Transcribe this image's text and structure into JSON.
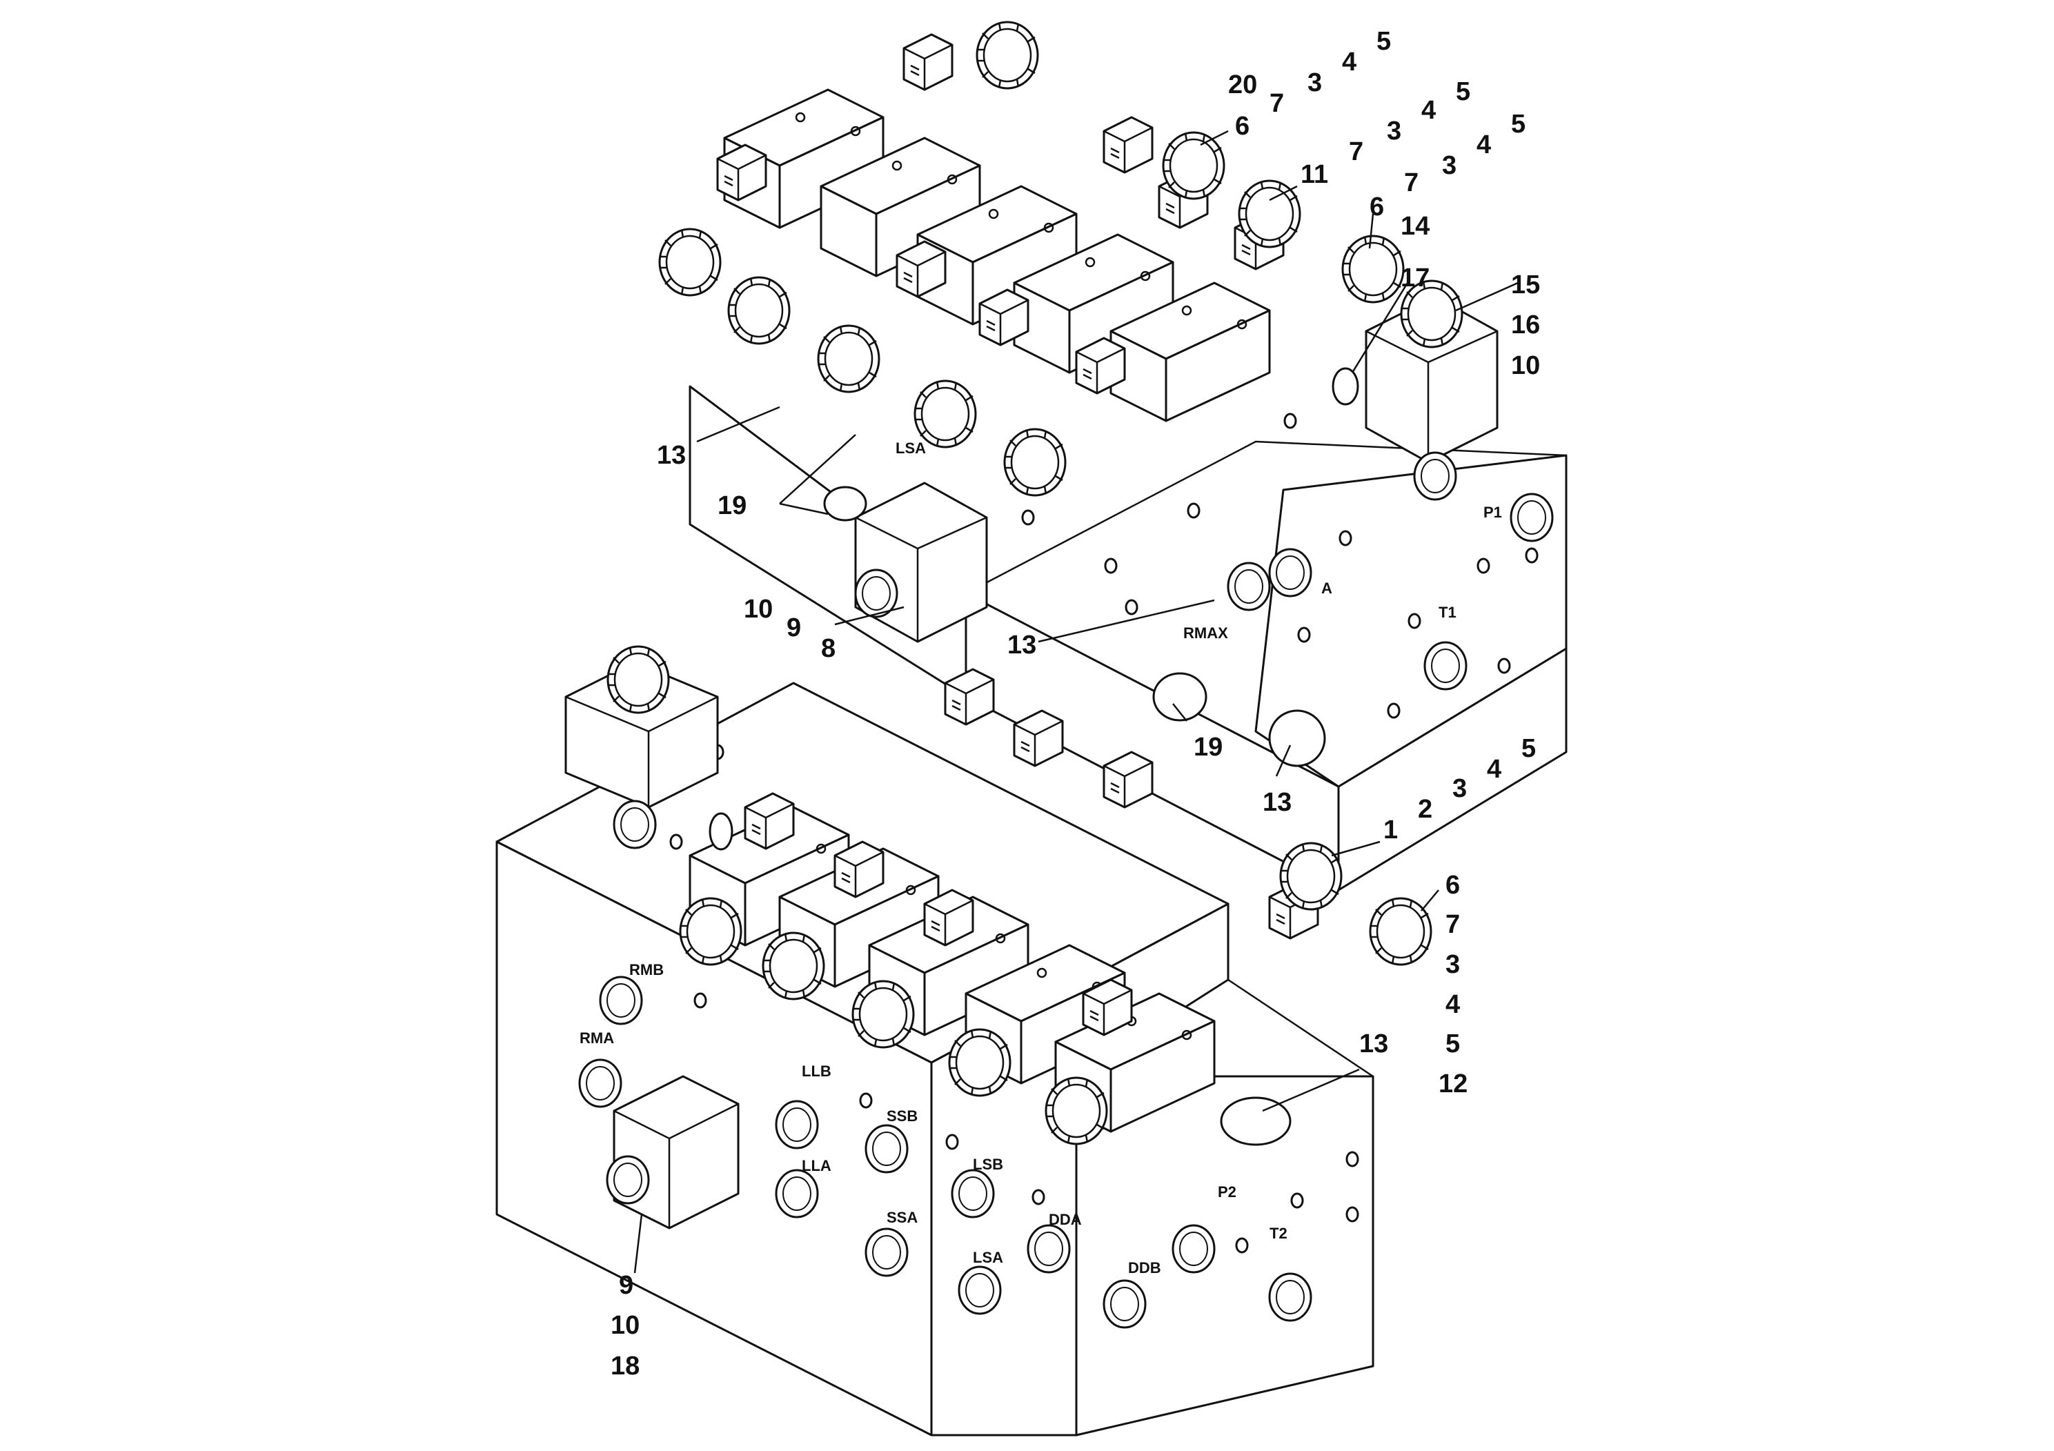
{
  "callouts": {
    "top": {
      "row1": [
        "20",
        "7",
        "3",
        "4",
        "5"
      ],
      "row2": [
        "6",
        "7",
        "3",
        "4",
        "5"
      ],
      "row3": [
        "11",
        "7",
        "3",
        "4",
        "5"
      ],
      "row4": [
        "6",
        "14"
      ],
      "row5": [
        "17"
      ],
      "right_stack": [
        "15",
        "16",
        "10"
      ],
      "left": [
        "13",
        "19"
      ],
      "lower": [
        "10",
        "9",
        "8"
      ],
      "mid": [
        "13",
        "19",
        "13"
      ]
    },
    "bottom": {
      "row1": [
        "1",
        "2",
        "3",
        "4",
        "5"
      ],
      "right_stack": [
        "6",
        "7",
        "3",
        "4",
        "5",
        "12"
      ],
      "right13": "13",
      "left_stack": [
        "9",
        "10",
        "18"
      ]
    }
  },
  "ports": {
    "top": [
      "LSA",
      "A",
      "P1",
      "T1",
      "RMAX"
    ],
    "bottom": [
      "RMB",
      "RMA",
      "LLB",
      "LLA",
      "SSB",
      "SSA",
      "LSB",
      "LSA",
      "DDA",
      "DDB",
      "P2",
      "T2"
    ]
  }
}
